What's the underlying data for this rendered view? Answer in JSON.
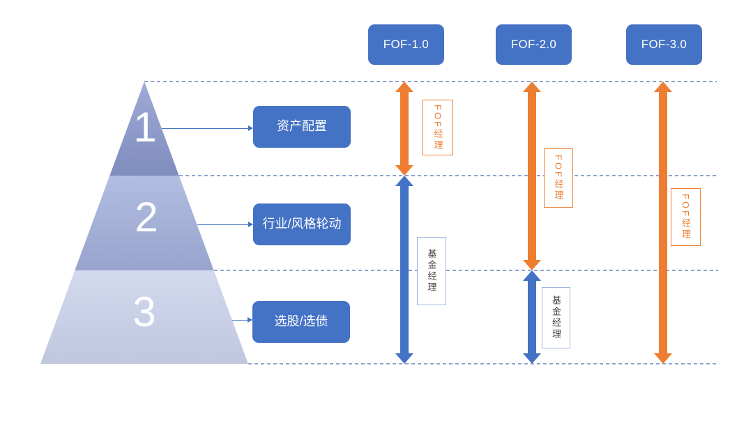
{
  "diagram_type": "fof-investment-responsibility-pyramid",
  "columns": [
    {
      "header": "FOF-1.0",
      "segments": [
        {
          "role": "FOF经理",
          "color": "orange",
          "levels": "1"
        },
        {
          "role": "基金经理",
          "color": "blue",
          "levels": "2-3"
        }
      ]
    },
    {
      "header": "FOF-2.0",
      "segments": [
        {
          "role": "FOF经理",
          "color": "orange",
          "levels": "1-2"
        },
        {
          "role": "基金经理",
          "color": "blue",
          "levels": "3"
        }
      ]
    },
    {
      "header": "FOF-3.0",
      "segments": [
        {
          "role": "FOF经理",
          "color": "orange",
          "levels": "1-3"
        }
      ]
    }
  ],
  "pyramid": {
    "levels": [
      {
        "number": "1",
        "label": "资产配置"
      },
      {
        "number": "2",
        "label": "行业/风格轮动"
      },
      {
        "number": "3",
        "label": "选股/选债"
      }
    ]
  },
  "colors": {
    "accent_blue": "#4472C4",
    "accent_orange": "#ED7D31",
    "divider_blue": "#8EA2CD",
    "pyramid_level_1": "#8E9DD2",
    "pyramid_level_2": "#A5B2DD",
    "pyramid_level_3": "#CBD3EC",
    "fund_manager_border": "#9FB6DF",
    "fund_manager_text": "#404040",
    "box_text": "#FFFFFF"
  }
}
